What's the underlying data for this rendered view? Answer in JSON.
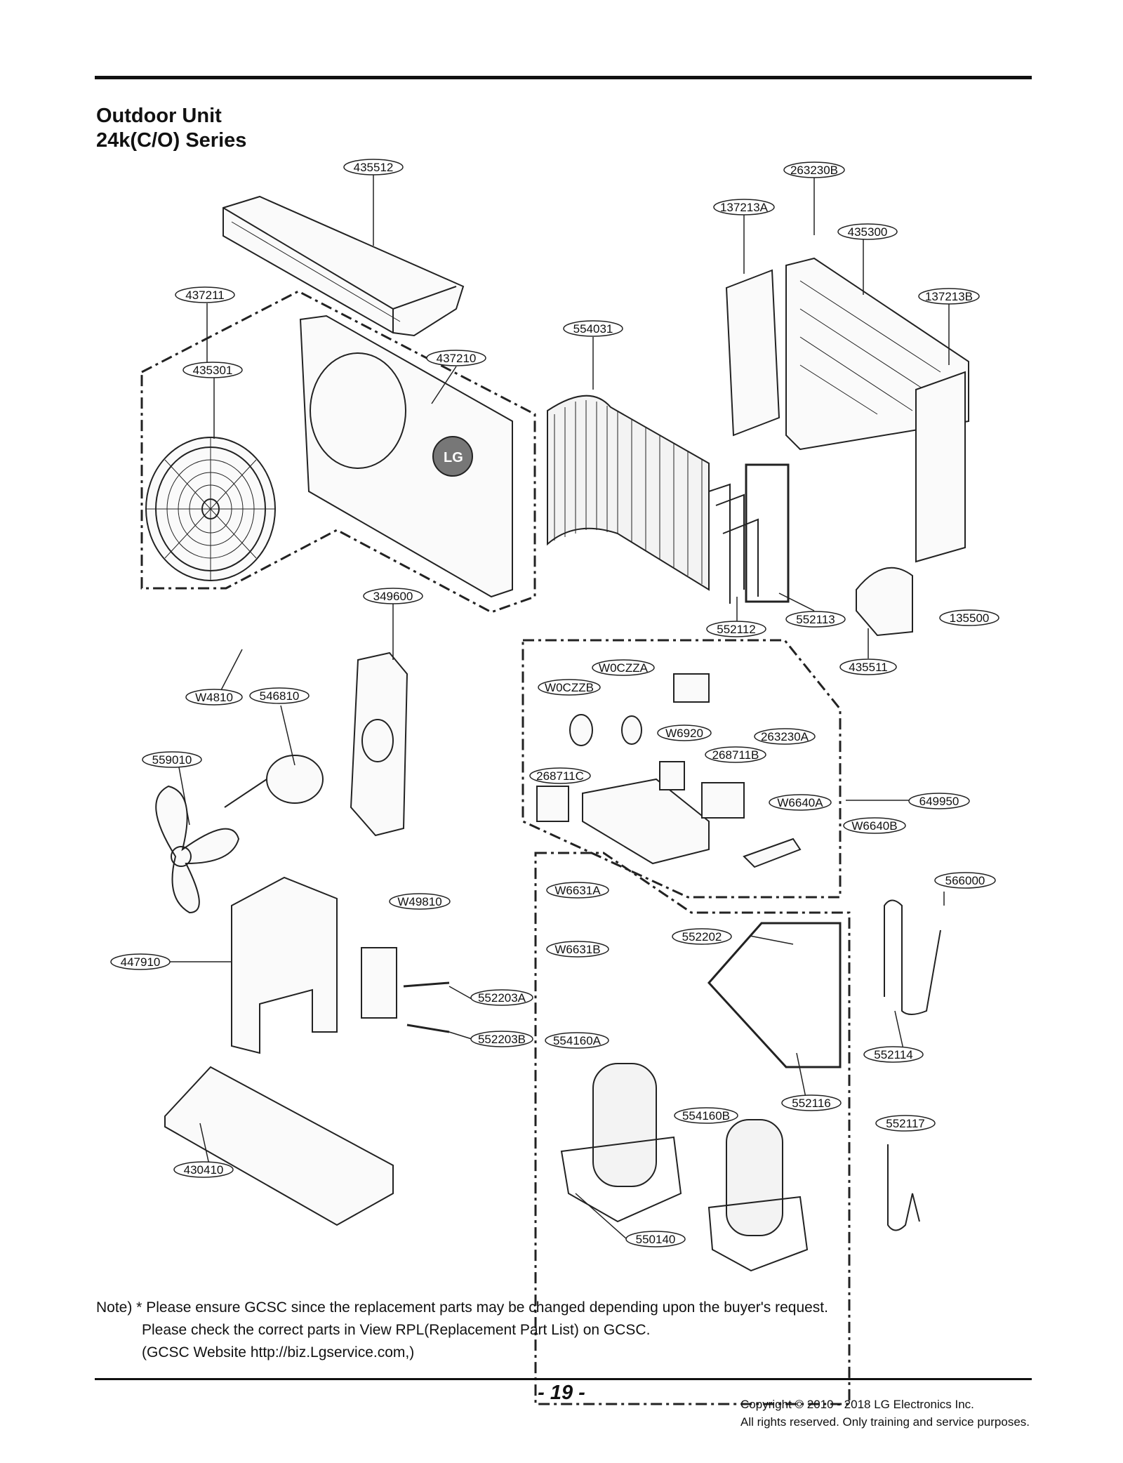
{
  "title": {
    "line1": "Outdoor Unit",
    "line2": "24k(C/O) Series"
  },
  "parts": [
    {
      "id": "p-435512",
      "label": "435512"
    },
    {
      "id": "p-263230B",
      "label": "263230B"
    },
    {
      "id": "p-137213A",
      "label": "137213A"
    },
    {
      "id": "p-435300",
      "label": "435300"
    },
    {
      "id": "p-137213B",
      "label": "137213B"
    },
    {
      "id": "p-437211",
      "label": "437211"
    },
    {
      "id": "p-554031",
      "label": "554031"
    },
    {
      "id": "p-437210",
      "label": "437210"
    },
    {
      "id": "p-435301",
      "label": "435301"
    },
    {
      "id": "p-349600",
      "label": "349600"
    },
    {
      "id": "p-552112",
      "label": "552112"
    },
    {
      "id": "p-552113",
      "label": "552113"
    },
    {
      "id": "p-135500",
      "label": "135500"
    },
    {
      "id": "p-435511",
      "label": "435511"
    },
    {
      "id": "p-W0CZZA",
      "label": "W0CZZA"
    },
    {
      "id": "p-W0CZZB",
      "label": "W0CZZB"
    },
    {
      "id": "p-W4810",
      "label": "W4810"
    },
    {
      "id": "p-546810",
      "label": "546810"
    },
    {
      "id": "p-W6920",
      "label": "W6920"
    },
    {
      "id": "p-263230A",
      "label": "263230A"
    },
    {
      "id": "p-268711B",
      "label": "268711B"
    },
    {
      "id": "p-559010",
      "label": "559010"
    },
    {
      "id": "p-268711C",
      "label": "268711C"
    },
    {
      "id": "p-W6640A",
      "label": "W6640A"
    },
    {
      "id": "p-649950",
      "label": "649950"
    },
    {
      "id": "p-W6640B",
      "label": "W6640B"
    },
    {
      "id": "p-566000",
      "label": "566000"
    },
    {
      "id": "p-W6631A",
      "label": "W6631A"
    },
    {
      "id": "p-W49810",
      "label": "W49810"
    },
    {
      "id": "p-552202",
      "label": "552202"
    },
    {
      "id": "p-W6631B",
      "label": "W6631B"
    },
    {
      "id": "p-447910",
      "label": "447910"
    },
    {
      "id": "p-552203A",
      "label": "552203A"
    },
    {
      "id": "p-552203B",
      "label": "552203B"
    },
    {
      "id": "p-554160A",
      "label": "554160A"
    },
    {
      "id": "p-552114",
      "label": "552114"
    },
    {
      "id": "p-552116",
      "label": "552116"
    },
    {
      "id": "p-554160B",
      "label": "554160B"
    },
    {
      "id": "p-552117",
      "label": "552117"
    },
    {
      "id": "p-430410",
      "label": "430410"
    },
    {
      "id": "p-550140",
      "label": "550140"
    }
  ],
  "note": {
    "line1": "Note) * Please ensure GCSC since the replacement parts may be changed depending upon the buyer's request.",
    "line2": "Please check  the correct parts in View RPL(Replacement Part List) on GCSC.",
    "line3": "(GCSC Website  http://biz.Lgservice.com,)"
  },
  "page_number": "- 19 -",
  "copyright": {
    "line1": "Copyright © 2010 - 2018 LG Electronics Inc.",
    "line2": "All rights reserved. Only training and service purposes."
  },
  "logo_text": "LG"
}
